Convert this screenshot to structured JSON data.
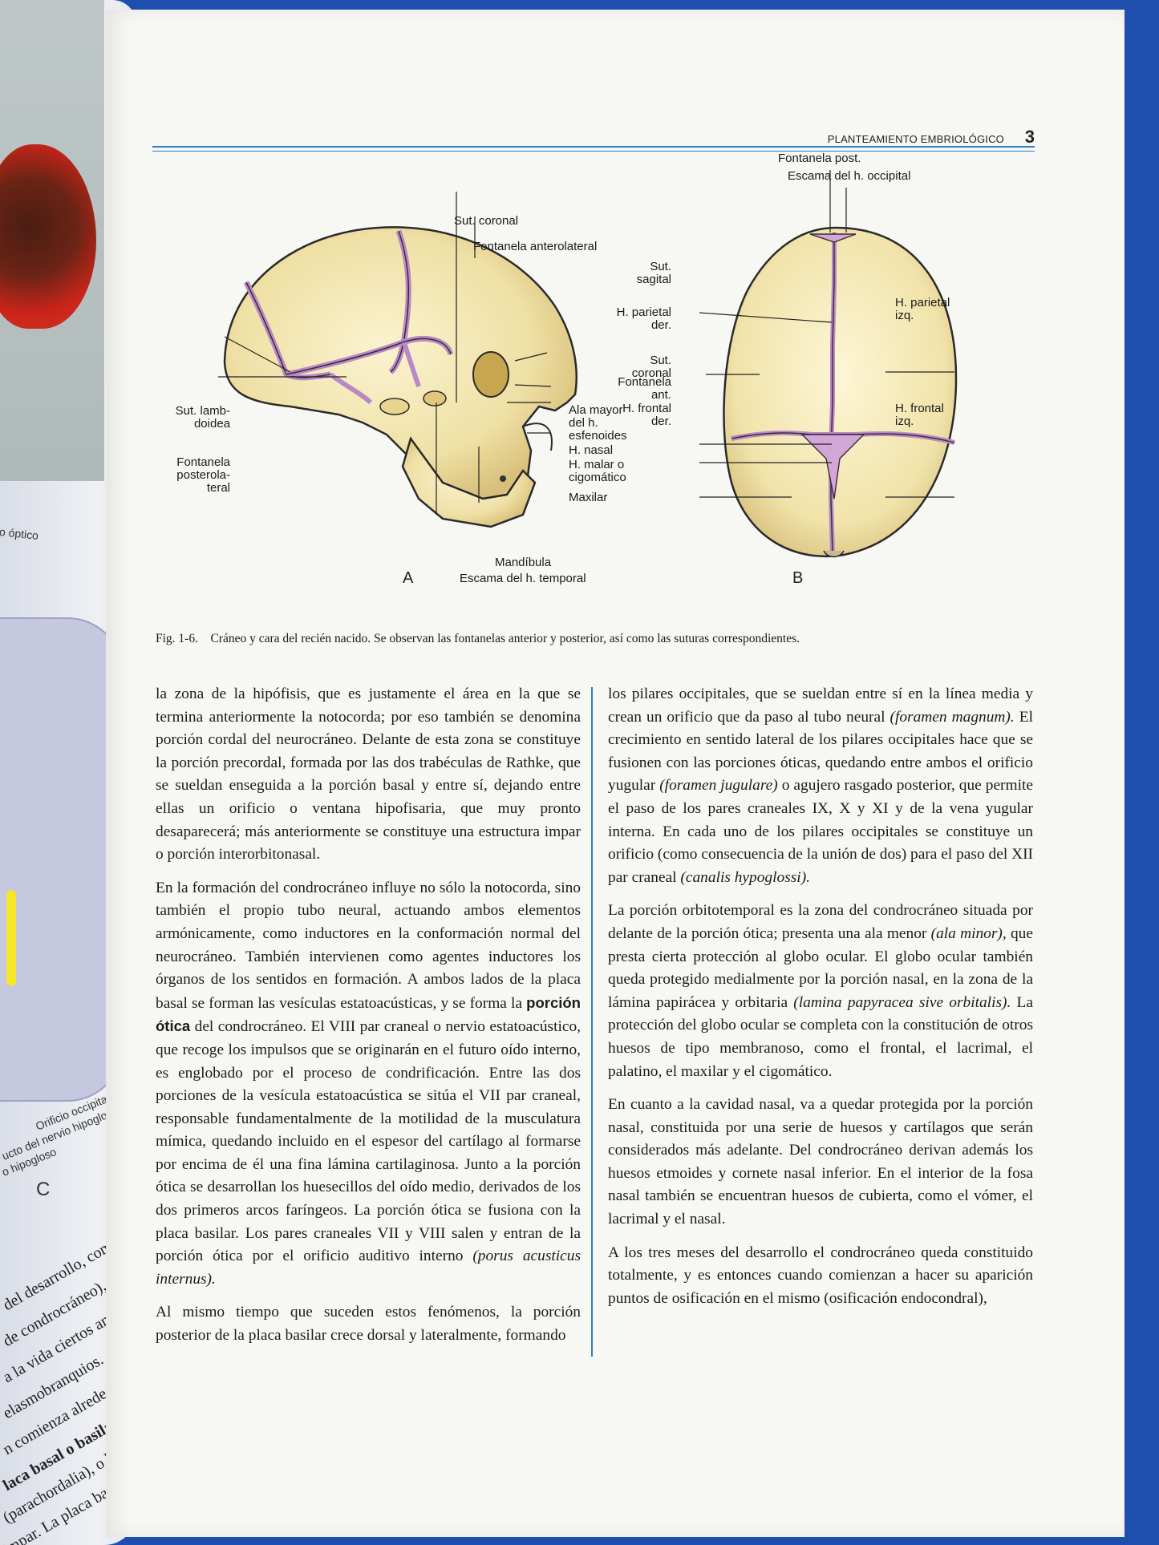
{
  "running_head": {
    "title": "PLANTEAMIENTO EMBRIOLÓGICO",
    "page_number": "3"
  },
  "figure": {
    "panel_a": {
      "letter": "A",
      "labels": {
        "sut_coronal": "Sut. coronal",
        "fontanela_anterolateral": "Fontanela anterolateral",
        "sut_lambdoidea": "Sut. lamb-\ndoidea",
        "fontanela_posterolateral": "Fontanela\nposterola-\nteral",
        "ala_mayor": "Ala mayor\ndel h.\nesfenoides",
        "h_nasal": "H. nasal",
        "h_malar": "H. malar o\ncigomático",
        "maxilar": "Maxilar",
        "mandibula": "Mandíbula",
        "escama_temporal": "Escama del h. temporal"
      }
    },
    "panel_b": {
      "letter": "B",
      "labels": {
        "fontanela_post": "Fontanela post.",
        "escama_occipital": "Escama del h. occipital",
        "sut_sagital": "Sut.\nsagital",
        "h_parietal_der": "H. parietal\nder.",
        "h_parietal_izq": "H. parietal\nizq.",
        "sut_coronal": "Sut.\ncoronal",
        "fontanela_ant": "Fontanela\nant.",
        "h_frontal_der": "H. frontal\nder.",
        "h_frontal_izq": "H. frontal\nizq."
      }
    },
    "caption_label": "Fig. 1-6.",
    "caption_text": "Cráneo y cara del recién nacido. Se observan las fontanelas anterior y posterior, así como las suturas correspondientes."
  },
  "left_page": {
    "label_c": "C",
    "optico": "o óptico",
    "orificio": "Orificio occipital mayor",
    "conducto": "ucto del nervio hipogloso",
    "hipogloso": "o hipogloso",
    "frag1": "del desarrollo, comienzan a",
    "frag2": "de condrocráneo), estudio",
    "frag3": "a la vida ciertos animales",
    "frag4": "elasmobranquios.",
    "frag5": "n comienza alrededor de la",
    "frag6": "laca basal o basilar que",
    "frag7": "(parachordalia), o bien so",
    "frag8": "impar. La placa basal se en"
  },
  "body": {
    "left": [
      "la zona de la hipófisis, que es justamente el área en la que se termina anteriormente la notocorda; por eso también se denomina porción cordal del neurocráneo. Delante de esta zona se constituye la porción precordal, formada por las dos trabéculas de Rathke, que se sueldan enseguida a la porción basal y entre sí, dejando entre ellas un orificio o ventana hipofisaria, que muy pronto desaparecerá; más anteriormente se constituye una estructura impar o porción interorbitonasal.",
      {
        "a": "En la formación del condrocráneo influye no sólo la notocorda, sino también el propio tubo neural, actuando ambos elementos armónicamente, como inductores en la conformación normal del neurocráneo. También intervienen como agentes inductores los órganos de los sentidos en formación. A ambos lados de la placa basal se forman las vesículas estatoacústicas, y se forma la ",
        "b": "porción ótica",
        "c": " del condrocráneo. El VIII par craneal o nervio estatoacústico, que recoge los impulsos que se originarán en el futuro oído interno, es englobado por el proceso de condrificación. Entre las dos porciones de la vesícula estatoacústica se sitúa el VII par craneal, responsable fundamentalmente de la motilidad de la musculatura mímica, quedando incluido en el espesor del cartílago al formarse por encima de él una fina lámina cartilaginosa. Junto a la porción ótica se desarrollan los huesecillos del oído medio, derivados de los dos primeros arcos faríngeos. La porción ótica se fusiona con la placa basilar. Los pares craneales VII y VIII salen y entran de la porción ótica por el orificio auditivo interno ",
        "d": "(porus acusticus internus).",
        "e": ""
      },
      "Al mismo tiempo que suceden estos fenómenos, la porción posterior de la placa basilar crece dorsal y lateralmente, formando"
    ],
    "right": [
      {
        "a": "los pilares occipitales, que se sueldan entre sí en la línea media y crean un orificio que da paso al tubo neural ",
        "b": "(foramen magnum).",
        "c": " El crecimiento en sentido lateral de los pilares occipitales hace que se fusionen con las porciones óticas, quedando entre ambos el orificio yugular ",
        "d": "(foramen jugulare)",
        "e": " o agujero rasgado posterior, que permite el paso de los pares craneales IX, X y XI y de la vena yugular interna. En cada uno de los pilares occipitales se constituye un orificio (como consecuencia de la unión de dos) para el paso del XII par craneal ",
        "f": "(canalis hypoglossi)."
      },
      {
        "a": "La porción orbitotemporal es la zona del condrocráneo situada por delante de la porción ótica; presenta una ala menor ",
        "b": "(ala minor),",
        "c": " que presta cierta protección al globo ocular. El globo ocular también queda protegido medialmente por la porción nasal, en la zona de la lámina papirácea y orbitaria ",
        "d": "(lamina papyracea sive orbitalis).",
        "e": " La protección del globo ocular se completa con la constitución de otros huesos de tipo membranoso, como el frontal, el lacrimal, el palatino, el maxilar y el cigomático."
      },
      "En cuanto a la cavidad nasal, va a quedar protegida por la porción nasal, constituida por una serie de huesos y cartílagos que serán considerados más adelante. Del condrocráneo derivan además los huesos etmoides y cornete nasal inferior. En el interior de la fosa nasal también se encuentran huesos de cubierta, como el vómer, el lacrimal y el nasal.",
      "A los tres meses del desarrollo el condrocráneo queda constituido totalmente, y es entonces cuando comienzan a hacer su aparición puntos de osificación en el mismo (osificación endocondral),"
    ]
  }
}
